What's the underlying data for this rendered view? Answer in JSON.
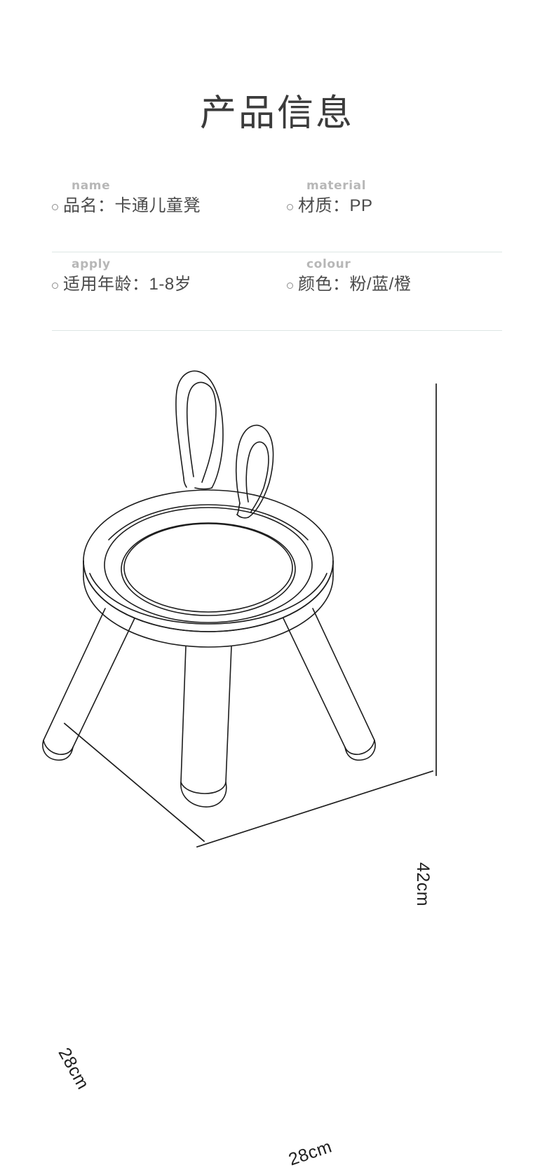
{
  "page": {
    "title": "产品信息",
    "background_color": "#ffffff",
    "title_color": "#3b3b3b",
    "divider_color": "#dde6e4",
    "label_color": "#b7b7b7",
    "text_color": "#4a4a4a",
    "line_art_color": "#1d1d1d"
  },
  "specs": [
    [
      {
        "eyebrow": "name",
        "text": "品名：卡通儿童凳",
        "bullet": "ring-bullet"
      },
      {
        "eyebrow": "material",
        "text": "材质：PP",
        "bullet": "ring-bullet"
      }
    ],
    [
      {
        "eyebrow": "apply",
        "text": "适用年龄：1-8岁",
        "bullet": "ring-bullet"
      },
      {
        "eyebrow": "colour",
        "text": "颜色：粉/蓝/橙",
        "bullet": "ring-bullet"
      }
    ]
  ],
  "illustration": {
    "alt": "卡通兔耳儿童凳线稿图",
    "dimensions": {
      "height": "42cm",
      "depth": "28cm",
      "width": "28cm"
    }
  }
}
